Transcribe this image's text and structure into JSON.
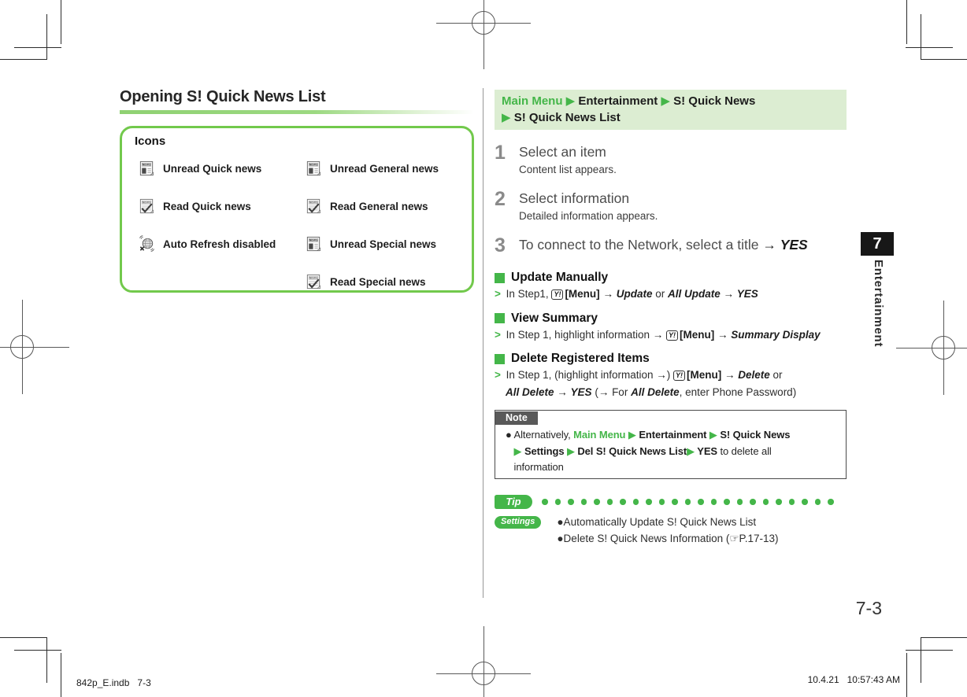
{
  "accent": {
    "green": "#44b649",
    "light_green_bg": "#dcedd2",
    "box_border_green": "#72c94c"
  },
  "left": {
    "title": "Opening S! Quick News List",
    "icons_panel": {
      "heading": "Icons",
      "col1": [
        {
          "icon": "unread-news-icon",
          "label": "Unread Quick news"
        },
        {
          "icon": "read-news-icon",
          "label": "Read Quick news"
        },
        {
          "icon": "auto-refresh-disabled-icon",
          "label": "Auto Refresh disabled"
        }
      ],
      "col2": [
        {
          "icon": "unread-news-icon",
          "label": "Unread General news"
        },
        {
          "icon": "read-news-icon",
          "label": "Read General news"
        },
        {
          "icon": "unread-news-icon",
          "label": "Unread Special news"
        },
        {
          "icon": "read-news-icon",
          "label": "Read Special news"
        }
      ]
    }
  },
  "right": {
    "breadcrumb_tokens": [
      {
        "s": "g",
        "t": "Main Menu"
      },
      {
        "s": "ga",
        "t": " ▶ "
      },
      {
        "s": "b",
        "t": "Entertainment"
      },
      {
        "s": "ga",
        "t": " ▶ "
      },
      {
        "s": "b",
        "t": "S! Quick News"
      },
      {
        "s": "br"
      },
      {
        "s": "ga",
        "t": "▶ "
      },
      {
        "s": "b",
        "t": "S! Quick News List"
      }
    ],
    "steps": [
      {
        "num": "1",
        "title_tokens": [
          {
            "s": "t",
            "t": "Select an item"
          }
        ],
        "sub": "Content list appears."
      },
      {
        "num": "2",
        "title_tokens": [
          {
            "s": "t",
            "t": "Select information"
          }
        ],
        "sub": "Detailed information appears."
      },
      {
        "num": "3",
        "title_tokens": [
          {
            "s": "t",
            "t": "To connect to the Network, select a title "
          },
          {
            "s": "b",
            "t": "→ "
          },
          {
            "s": "bi",
            "t": "YES"
          }
        ],
        "sub": ""
      }
    ],
    "sections": [
      {
        "heading": "Update Manually",
        "lines": [
          [
            {
              "s": "gc",
              "t": ">"
            },
            {
              "s": "t",
              "t": " In Step1, "
            },
            {
              "s": "key",
              "t": "Y!"
            },
            {
              "s": "b",
              "t": "[Menu]"
            },
            {
              "s": "b",
              "t": " → "
            },
            {
              "s": "bi",
              "t": "Update"
            },
            {
              "s": "t",
              "t": " or "
            },
            {
              "s": "bi",
              "t": "All Update"
            },
            {
              "s": "b",
              "t": " → "
            },
            {
              "s": "bi",
              "t": "YES"
            }
          ]
        ]
      },
      {
        "heading": "View Summary",
        "lines": [
          [
            {
              "s": "gc",
              "t": ">"
            },
            {
              "s": "t",
              "t": " In Step 1, highlight information "
            },
            {
              "s": "b",
              "t": "→ "
            },
            {
              "s": "key",
              "t": "Y!"
            },
            {
              "s": "b",
              "t": "[Menu]"
            },
            {
              "s": "b",
              "t": " → "
            },
            {
              "s": "bi",
              "t": "Summary Display"
            }
          ]
        ]
      },
      {
        "heading": "Delete Registered Items",
        "lines": [
          [
            {
              "s": "gc",
              "t": ">"
            },
            {
              "s": "t",
              "t": " In Step 1, (highlight information "
            },
            {
              "s": "b",
              "t": "→"
            },
            {
              "s": "t",
              "t": ") "
            },
            {
              "s": "key",
              "t": "Y!"
            },
            {
              "s": "b",
              "t": "[Menu]"
            },
            {
              "s": "b",
              "t": " → "
            },
            {
              "s": "bi",
              "t": "Delete"
            },
            {
              "s": "t",
              "t": " or"
            }
          ],
          [
            {
              "s": "bi",
              "t": "All Delete"
            },
            {
              "s": "b",
              "t": " → "
            },
            {
              "s": "bi",
              "t": "YES"
            },
            {
              "s": "t",
              "t": " ("
            },
            {
              "s": "b",
              "t": "→"
            },
            {
              "s": "t",
              "t": " For "
            },
            {
              "s": "bi",
              "t": "All Delete"
            },
            {
              "s": "t",
              "t": ", enter Phone Password)"
            }
          ]
        ]
      }
    ],
    "note": {
      "label": "Note",
      "tokens": [
        {
          "s": "t",
          "t": "● Alternatively, "
        },
        {
          "s": "g",
          "t": "Main Menu"
        },
        {
          "s": "ga",
          "t": " ▶ "
        },
        {
          "s": "b",
          "t": "Entertainment"
        },
        {
          "s": "ga",
          "t": " ▶ "
        },
        {
          "s": "b",
          "t": "S! Quick News"
        },
        {
          "s": "br"
        },
        {
          "s": "t",
          "t": "   "
        },
        {
          "s": "ga",
          "t": "▶ "
        },
        {
          "s": "b",
          "t": "Settings"
        },
        {
          "s": "ga",
          "t": " ▶ "
        },
        {
          "s": "b",
          "t": "Del S! Quick News List"
        },
        {
          "s": "ga",
          "t": "▶ "
        },
        {
          "s": "b",
          "t": "YES"
        },
        {
          "s": "t",
          "t": " to delete all"
        },
        {
          "s": "br"
        },
        {
          "s": "t",
          "t": "   information"
        }
      ]
    },
    "tip": {
      "label": "Tip",
      "dots": 23,
      "settings_label": "Settings",
      "items": [
        "●Automatically Update S! Quick News List",
        "●Delete S! Quick News Information (☞P.17-13)"
      ]
    }
  },
  "sidebar": {
    "chapter_number": "7",
    "chapter_label": "Entertainment"
  },
  "page_number": "7-3",
  "footer": {
    "left": "842p_E.indb   7-3",
    "right": "10.4.21   10:57:43 AM"
  }
}
